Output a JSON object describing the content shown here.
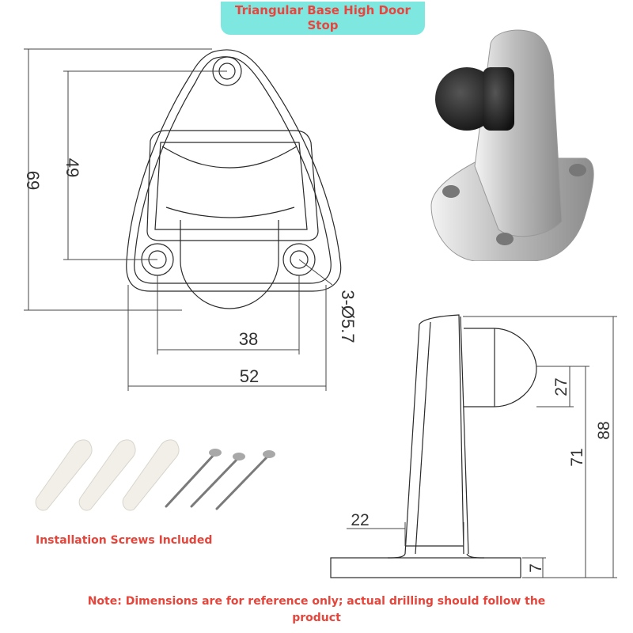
{
  "title": "Triangular Base High Door Stop",
  "dimensions": {
    "base_height": "69",
    "hole_vertical_spacing": "49",
    "hole_spec": "3-Ø5.7",
    "hole_horizontal_spacing": "38",
    "base_width": "52",
    "bumper_height": "27",
    "total_height": "88",
    "bumper_center_height": "71",
    "post_width": "22",
    "plate_thickness": "7"
  },
  "captions": {
    "screws": "Installation Screws Included",
    "note": "Note: Dimensions are for reference only; actual drilling should follow the product"
  }
}
